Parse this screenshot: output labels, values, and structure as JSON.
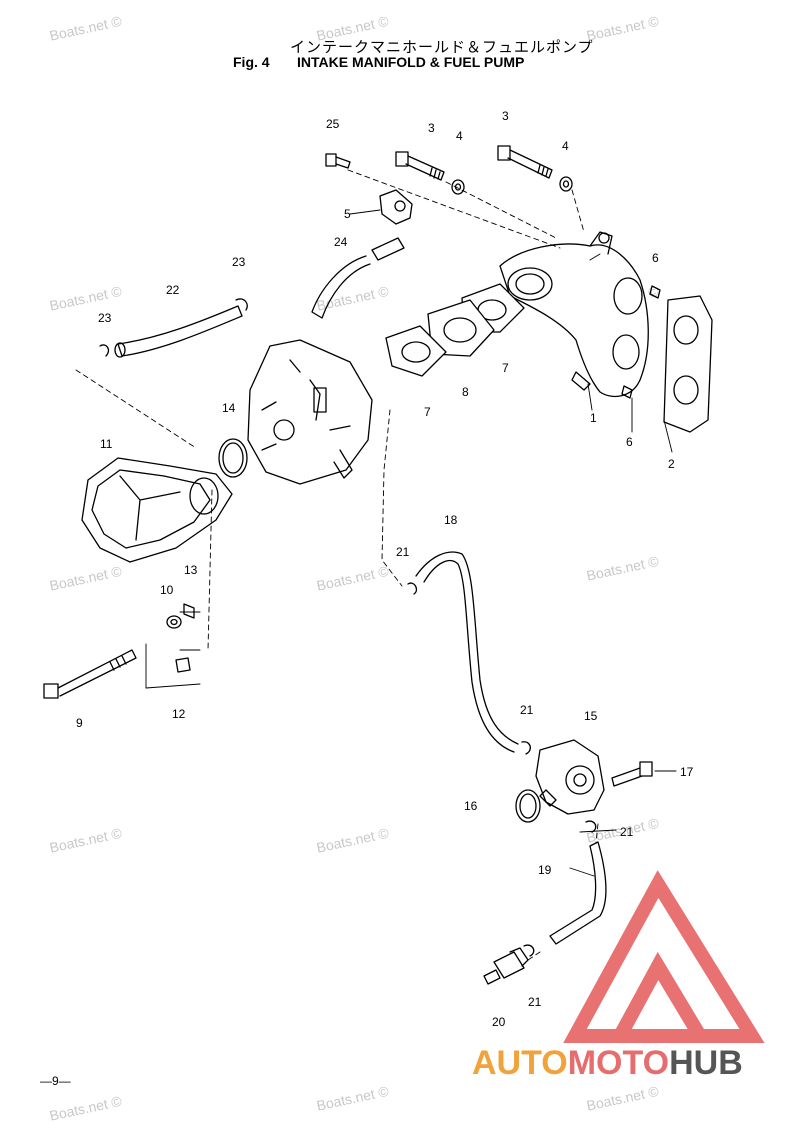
{
  "header": {
    "title_jp": "インテークマニホールド＆フュエルポンプ",
    "fig_label": "Fig. 4",
    "title_en": "INTAKE MANIFOLD & FUEL PUMP"
  },
  "watermark": "Boats.net ©",
  "page_number": "—9—",
  "logo": {
    "part1": "AUTO",
    "part2": "MOTO",
    "part3": "HUB",
    "colors": {
      "auto": "#f2a23a",
      "moto": "#e56d6d",
      "hub": "#555555",
      "triangle": "#e55a5a"
    }
  },
  "callouts": [
    "1",
    "2",
    "3",
    "3",
    "4",
    "4",
    "5",
    "6",
    "6",
    "7",
    "7",
    "8",
    "9",
    "10",
    "11",
    "12",
    "13",
    "14",
    "15",
    "16",
    "17",
    "18",
    "19",
    "20",
    "21",
    "21",
    "21",
    "21",
    "22",
    "23",
    "23",
    "24",
    "25"
  ]
}
